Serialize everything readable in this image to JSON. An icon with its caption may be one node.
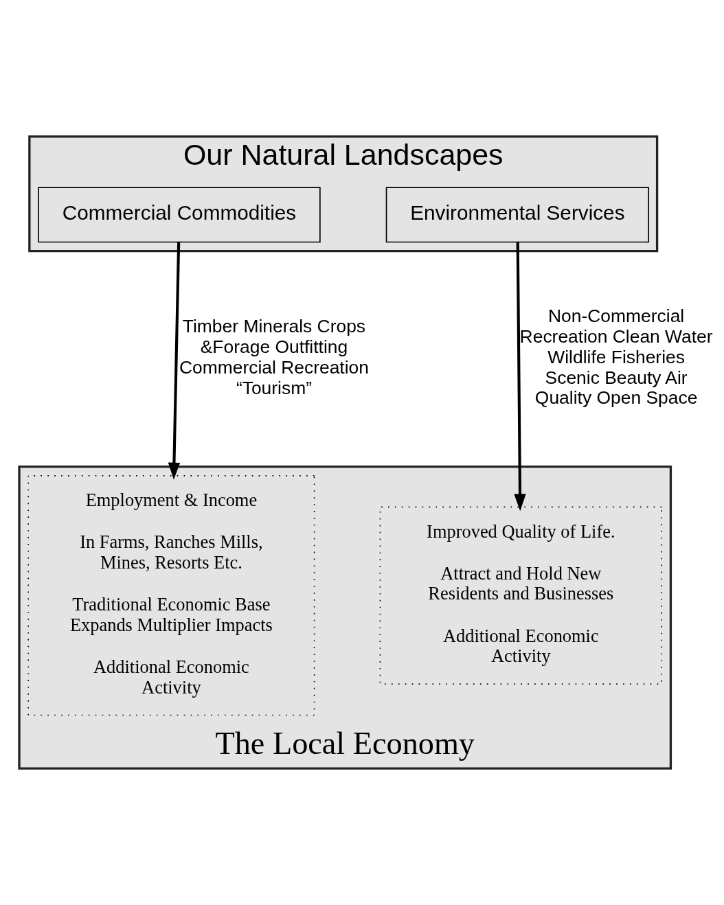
{
  "diagram": {
    "nodes": [
      {
        "text": [
          "Our Natural Landscapes"
        ]
      },
      {
        "text": [
          "Commercial Commodities"
        ],
        "in": 0
      },
      {
        "text": [
          "Environmental Services"
        ],
        "in": 0
      },
      {
        "text": [
          "The Local Economy"
        ]
      },
      {
        "text": [
          "Employment & Income",
          "In Farms, Ranches Mills, Mines, Resorts Etc.",
          "Traditional Economic Base Expands Multiplier Impacts",
          "Additional Economic Activity"
        ],
        "in": 3
      },
      {
        "text": [
          "Improved Quality of Life.",
          "Attract and Hold New Residents and Businesses",
          "Additional Economic Activity"
        ],
        "in": 3
      }
    ],
    "edges": [
      {
        "from": 1,
        "to": 4,
        "arrow": "to",
        "label": "Timber Minerals Crops &Forage Outfitting Commercial Recreation “Tourism”"
      },
      {
        "from": 2,
        "to": 5,
        "arrow": "to",
        "label": "Non-Commercial Recreation Clean Water Wildlife Fisheries Scenic Beauty Air Quality Open Space"
      }
    ]
  }
}
